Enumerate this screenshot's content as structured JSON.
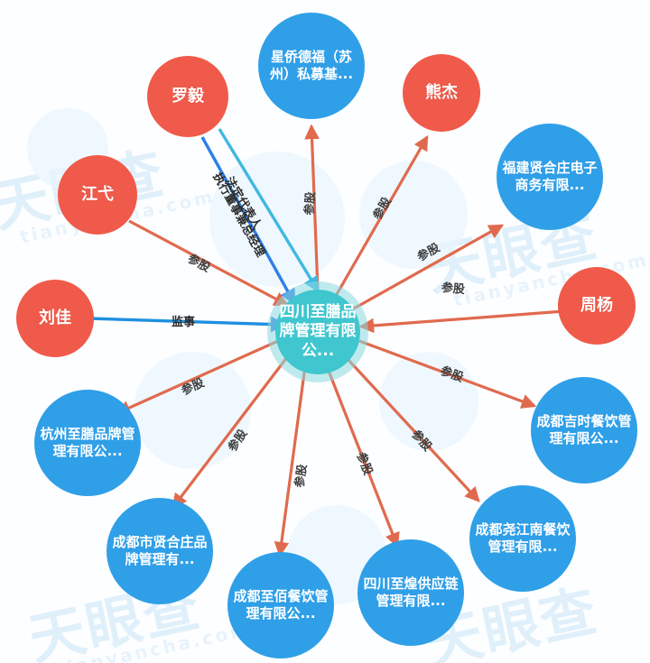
{
  "watermark": {
    "main": "天眼查",
    "sub": "tianyancha.com"
  },
  "graph": {
    "center": {
      "id": "center",
      "label": "四川至膳品牌管理有限公...",
      "type": "company-center",
      "color": "#3fc6cf"
    },
    "nodes": [
      {
        "id": "n-xingqiaodefu",
        "label": "星侨德福（苏州）私募基...",
        "type": "company",
        "color": "#2f9fe8"
      },
      {
        "id": "n-luoyi",
        "label": "罗毅",
        "type": "person",
        "color": "#f05a4a"
      },
      {
        "id": "n-xiongjie",
        "label": "熊杰",
        "type": "person",
        "color": "#f05a4a"
      },
      {
        "id": "n-fujianxianhezhuang",
        "label": "福建贤合庄电子商务有限...",
        "type": "company",
        "color": "#2f9fe8"
      },
      {
        "id": "n-jiangyi",
        "label": "江弋",
        "type": "person",
        "color": "#f05a4a"
      },
      {
        "id": "n-zhouyang",
        "label": "周杨",
        "type": "person",
        "color": "#f05a4a"
      },
      {
        "id": "n-liujia",
        "label": "刘佳",
        "type": "person",
        "color": "#f05a4a"
      },
      {
        "id": "n-chengdujishi",
        "label": "成都吉时餐饮管理有限公...",
        "type": "company",
        "color": "#2f9fe8"
      },
      {
        "id": "n-hangzhouzhishan",
        "label": "杭州至膳品牌管理有限公...",
        "type": "company",
        "color": "#2f9fe8"
      },
      {
        "id": "n-chengduyaojiangnan",
        "label": "成都尧江南餐饮管理有限...",
        "type": "company",
        "color": "#2f9fe8"
      },
      {
        "id": "n-chengdushixianhezhuang",
        "label": "成都市贤合庄品牌管理有...",
        "type": "company",
        "color": "#2f9fe8"
      },
      {
        "id": "n-chengduzhibai",
        "label": "成都至佰餐饮管理有限公...",
        "type": "company",
        "color": "#2f9fe8"
      },
      {
        "id": "n-sichuanzhihuang",
        "label": "四川至煌供应链管理有限...",
        "type": "company",
        "color": "#2f9fe8"
      }
    ],
    "edges": [
      {
        "from": "center",
        "to": "n-xingqiaodefu",
        "label": "参股",
        "relation": "shareholding",
        "color": "#e06a4e"
      },
      {
        "from": "n-luoyi",
        "to": "center",
        "label": "法定代表人",
        "relation": "legal-rep",
        "color": "#3fb9e0"
      },
      {
        "from": "n-luoyi",
        "to": "center",
        "label": "执行董事兼总经理",
        "relation": "director-gm",
        "color": "#2f7fe8"
      },
      {
        "from": "center",
        "to": "n-xiongjie",
        "label": "参股",
        "relation": "shareholding",
        "color": "#e06a4e"
      },
      {
        "from": "center",
        "to": "n-fujianxianhezhuang",
        "label": "参股",
        "relation": "shareholding",
        "color": "#e06a4e"
      },
      {
        "from": "n-jiangyi",
        "to": "center",
        "label": "参股",
        "relation": "shareholding",
        "color": "#e06a4e"
      },
      {
        "from": "n-zhouyang",
        "to": "center",
        "label": "参股",
        "relation": "shareholding",
        "color": "#e06a4e"
      },
      {
        "from": "n-liujia",
        "to": "center",
        "label": "监事",
        "relation": "supervisor",
        "color": "#1f8fe0"
      },
      {
        "from": "center",
        "to": "n-chengdujishi",
        "label": "参股",
        "relation": "shareholding",
        "color": "#e06a4e"
      },
      {
        "from": "center",
        "to": "n-hangzhouzhishan",
        "label": "参股",
        "relation": "shareholding",
        "color": "#e06a4e"
      },
      {
        "from": "center",
        "to": "n-chengduyaojiangnan",
        "label": "参股",
        "relation": "shareholding",
        "color": "#e06a4e"
      },
      {
        "from": "center",
        "to": "n-chengdushixianhezhuang",
        "label": "参股",
        "relation": "shareholding",
        "color": "#e06a4e"
      },
      {
        "from": "center",
        "to": "n-chengduzhibai",
        "label": "参股",
        "relation": "shareholding",
        "color": "#e06a4e"
      },
      {
        "from": "center",
        "to": "n-sichuanzhihuang",
        "label": "参股",
        "relation": "shareholding",
        "color": "#e06a4e"
      }
    ],
    "legend": {
      "person_color": "#f05a4a",
      "company_color": "#2f9fe8",
      "center_color": "#3fc6cf",
      "shareholding_edge_color": "#e06a4e",
      "role_edge_color": "#2f9fe8"
    }
  }
}
